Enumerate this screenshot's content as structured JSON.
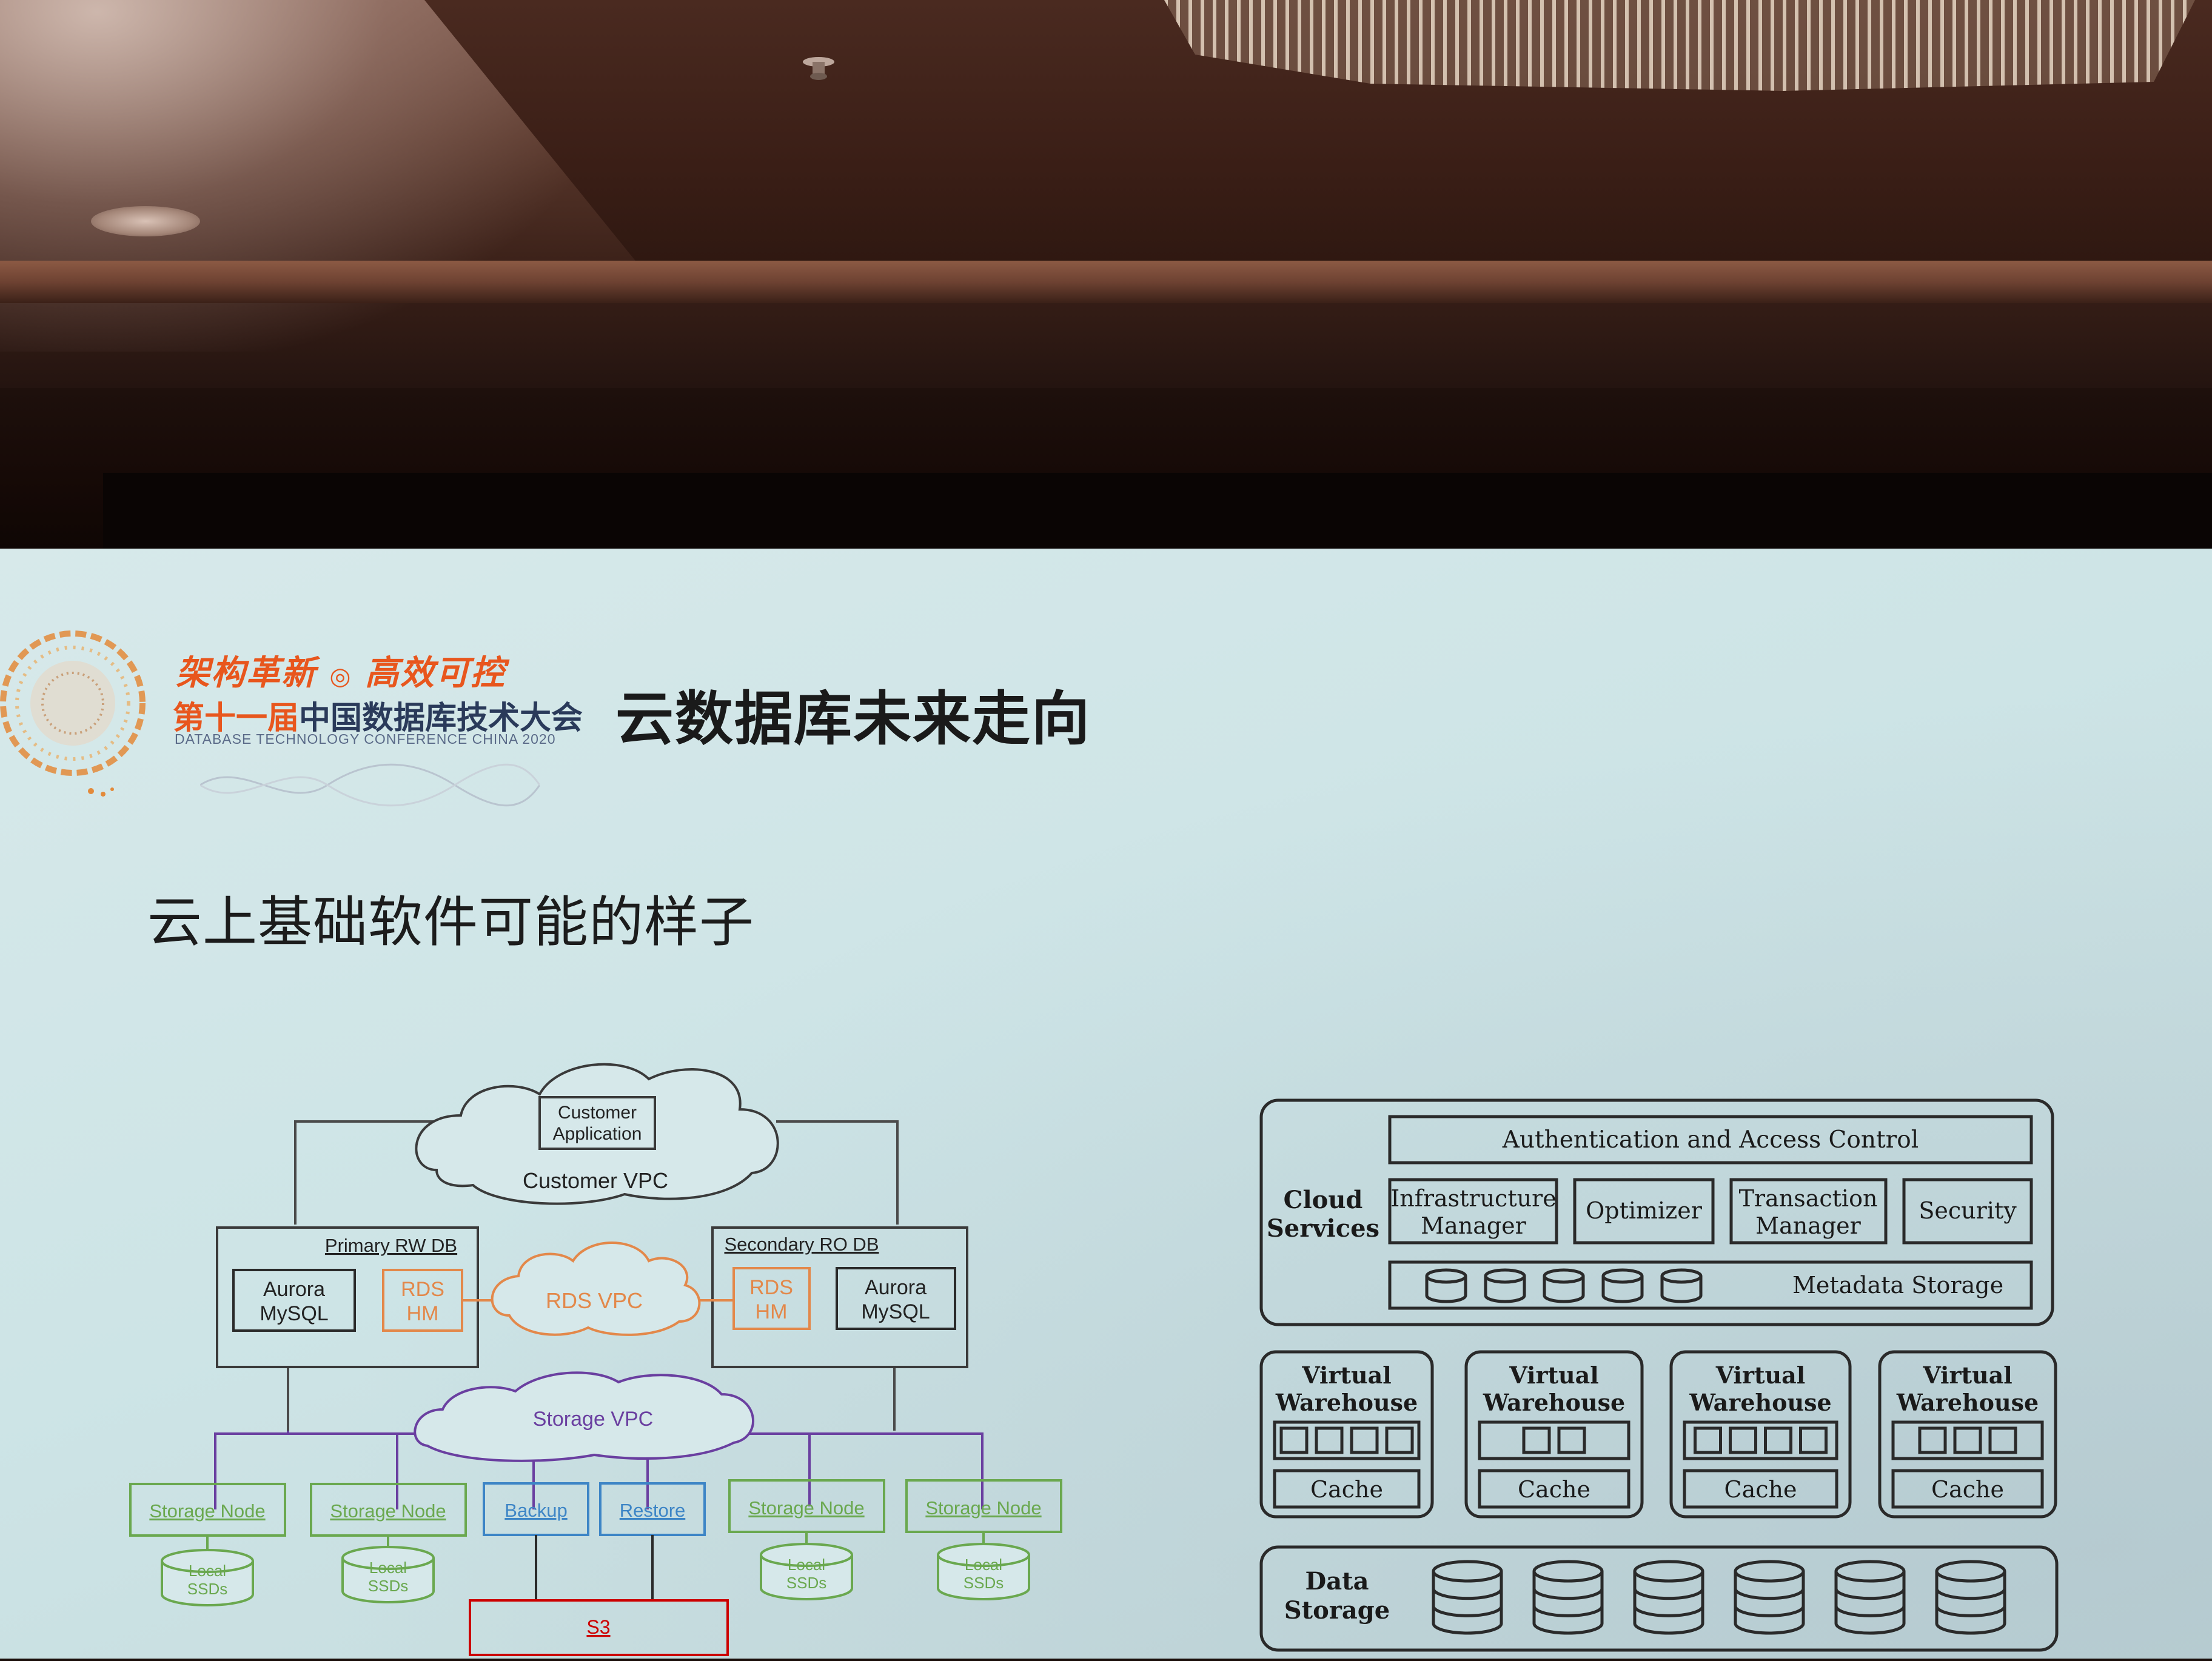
{
  "logo": {
    "slogan_left": "架构革新",
    "slogan_sep": "◎",
    "slogan_right": "高效可控",
    "conference_prefix": "第十一届",
    "conference_name": "中国数据库技术大会",
    "conference_en": "DATABASE TECHNOLOGY CONFERENCE CHINA 2020"
  },
  "slide": {
    "title": "云数据库未来走向",
    "subtitle": "云上基础软件可能的样子"
  },
  "left_diagram": {
    "customer_app": [
      "Customer",
      "Application"
    ],
    "customer_vpc": "Customer VPC",
    "primary_db": "Primary RW DB",
    "secondary_db": "Secondary RO DB",
    "aurora": [
      "Aurora",
      "MySQL"
    ],
    "rds_hm": [
      "RDS",
      "HM"
    ],
    "rds_vpc": "RDS VPC",
    "storage_vpc": "Storage VPC",
    "storage_node": "Storage Node",
    "backup": "Backup",
    "restore": "Restore",
    "local_ssds": [
      "Local",
      "SSDs"
    ],
    "s3": "S3",
    "colors": {
      "line": "#4a4a4a",
      "rds": "#e3884a",
      "storage_vpc": "#6a3fa0",
      "storage_node": "#6aa84f",
      "backup": "#3d85c6",
      "s3": "#cc0000"
    }
  },
  "right_diagram": {
    "auth": "Authentication and Access Control",
    "cloud_services": [
      "Cloud",
      "Services"
    ],
    "infra_manager": [
      "Infrastructure",
      "Manager"
    ],
    "optimizer": "Optimizer",
    "txn_manager": [
      "Transaction",
      "Manager"
    ],
    "security": "Security",
    "metadata_storage": "Metadata Storage",
    "virtual_warehouse": [
      "Virtual",
      "Warehouse"
    ],
    "cache": "Cache",
    "data_storage": [
      "Data",
      "Storage"
    ],
    "warehouse_slot_counts": [
      4,
      2,
      4,
      3
    ]
  },
  "icons": [
    "sprinkler-icon",
    "database-cylinder-icon",
    "cloud-icon",
    "conference-emblem-icon"
  ]
}
